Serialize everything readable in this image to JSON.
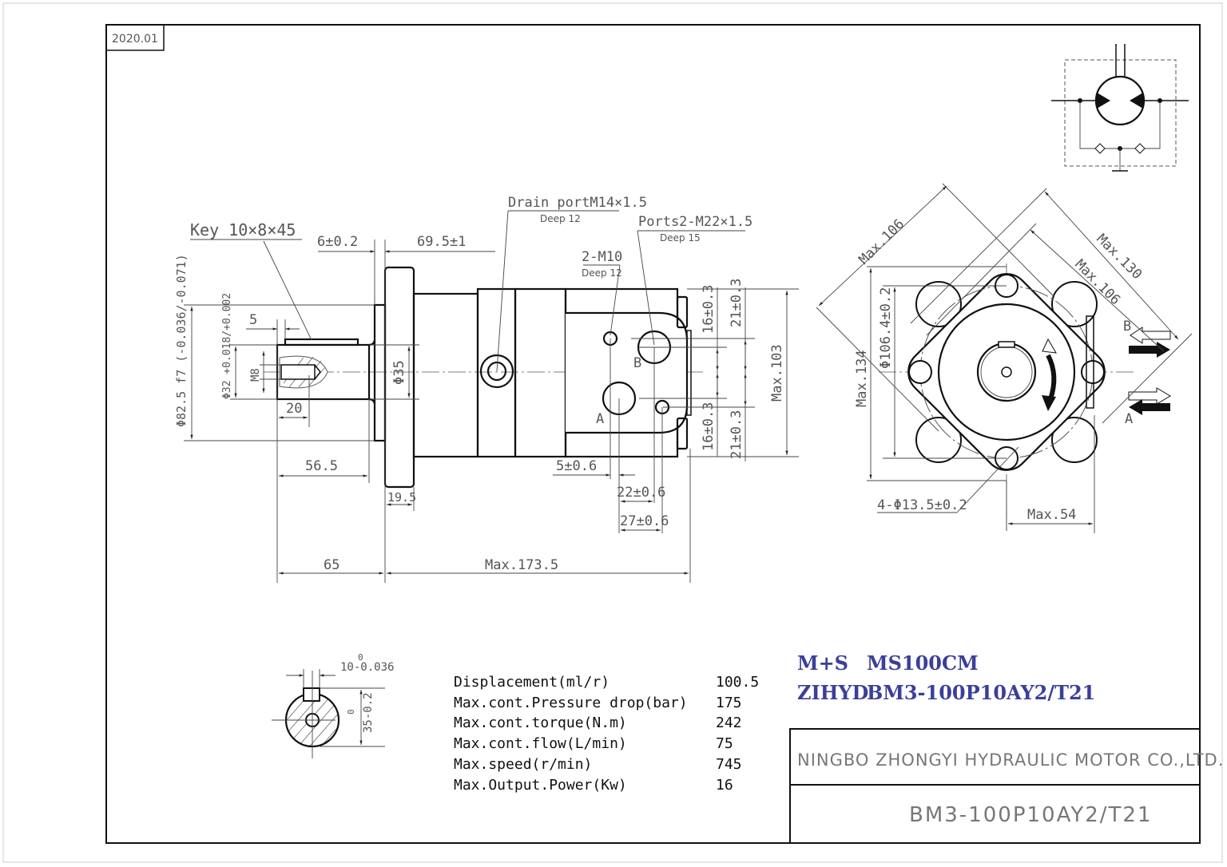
{
  "header": {
    "date_code": "2020.01"
  },
  "side_view": {
    "key_label": "Key 10×8×45",
    "dim_6": "6±0.2",
    "dim_69_5": "69.5±1",
    "drain_port": "Drain portM14×1.5",
    "drain_deep": "Deep 12",
    "ports": "Ports2-M22×1.5",
    "ports_deep": "Deep 15",
    "m10": "2-M10",
    "m10_deep": "Deep 12",
    "dim_5": "5",
    "dim_82_5": "Φ82.5 f7 (-0.036/-0.071)",
    "dim_32": "Φ32 +0.018/+0.002",
    "dim_m8": "M8",
    "dim_35": "Φ35",
    "dim_20": "20",
    "dim_56_5": "56.5",
    "dim_19_5": "19.5",
    "dim_65": "65",
    "dim_173_5": "Max.173.5",
    "dim_5_06": "5±0.6",
    "dim_22": "22±0.6",
    "dim_27": "27±0.6",
    "dim_16a": "16±0.3",
    "dim_16b": "16±0.3",
    "dim_21a": "21±0.3",
    "dim_21b": "21±0.3",
    "dim_103": "Max.103",
    "port_a": "A",
    "port_b": "B"
  },
  "front_view": {
    "max106a": "Max.106",
    "max130": "Max.130",
    "max106b": "Max.106",
    "max134": "Max.134",
    "dia106": "Φ106.4±0.2",
    "holes": "4-Φ13.5±0.2",
    "max54": "Max.54",
    "port_a": "A",
    "port_b": "B"
  },
  "key_section": {
    "width": "10-0.036",
    "width_upper": "0",
    "height": "35-0.2",
    "height_upper": "0"
  },
  "specs": [
    {
      "label": "Displacement(ml/r)",
      "value": "100.5"
    },
    {
      "label": "Max.cont.Pressure drop(bar)",
      "value": "175"
    },
    {
      "label": "Max.cont.torque(N.m)",
      "value": "242"
    },
    {
      "label": "Max.cont.flow(L/min)",
      "value": "75"
    },
    {
      "label": "Max.speed(r/min)",
      "value": "745"
    },
    {
      "label": "Max.Output.Power(Kw)",
      "value": "16"
    }
  ],
  "cross_ref": {
    "brand1": "M+S",
    "model1": "MS100CM",
    "brand2": "ZIHYD",
    "model2": "BM3-100P10AY2/T21"
  },
  "title_block": {
    "company": "NINGBO ZHONGYI HYDRAULIC MOTOR CO.,LTD.",
    "part_number": "BM3-100P10AY2/T21"
  },
  "colors": {
    "accent": "#3b3f9a",
    "line": "#111111"
  }
}
